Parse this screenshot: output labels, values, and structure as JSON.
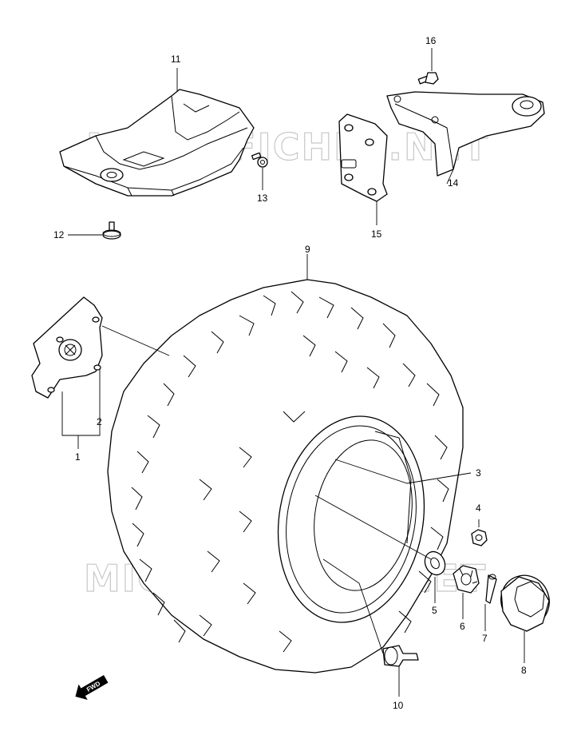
{
  "watermark": "MICROFICHES.NET",
  "fwd_label": "FWD",
  "callouts": {
    "c1": "1",
    "c2": "2",
    "c3": "3",
    "c4": "4",
    "c5": "5",
    "c6": "6",
    "c7": "7",
    "c8": "8",
    "c9": "9",
    "c10": "10",
    "c11": "11",
    "c12": "12",
    "c13": "13",
    "c14": "14",
    "c15": "15",
    "c16": "16"
  }
}
